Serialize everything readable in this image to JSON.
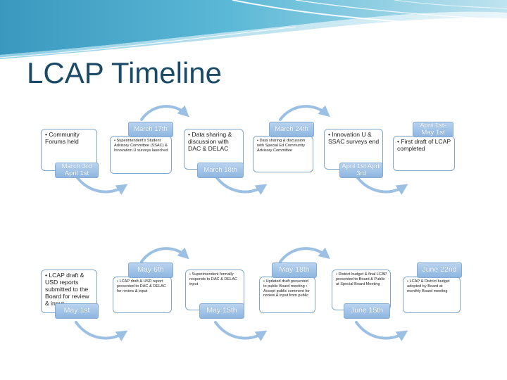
{
  "slide": {
    "title": "LCAP Timeline"
  },
  "colors": {
    "title": "#1b4a66",
    "banner_dark": "#4aa7c9",
    "banner_light": "#bfe3ef",
    "box_border": "#7fa6c9",
    "tab_fill": "#9fc2e7",
    "arrow": "#9cc0e4"
  },
  "timeline": {
    "row1": [
      {
        "text": "• Community Forums held",
        "date": "March 3rd April 1st"
      },
      {
        "text": "• Superintendent's Student Advisory Committee (SSAC) & Innovation U surveys launched",
        "date": "March 17th"
      },
      {
        "text": "• Data sharing & discussion with DAC & DELAC",
        "date": "March 18th"
      },
      {
        "text": "• Data sharing & discussion with Special Ed Community Advisory Committee",
        "date": "March 24th"
      },
      {
        "text": "• Innovation U & SSAC surveys end",
        "date": "April 1st April 3rd"
      },
      {
        "text": "• First draft of LCAP completed",
        "date": "April 1st- May 1st"
      }
    ],
    "row2": [
      {
        "text": "• LCAP draft & USD reports submitted to the Board for review & input",
        "date": "May 1st"
      },
      {
        "text": "• LCAP draft & USD report presented to DAC & DELAC for review & input",
        "date": "May 6th"
      },
      {
        "text": "• Superintendent formally responds to DAC & DELAC input",
        "date": "May 15th"
      },
      {
        "text": "• Updated draft presented to public Board meeting • Accept public comment for review & input from public",
        "date": "May 18th"
      },
      {
        "text": "• District budget & final LCAP presented to Board & Public at Special Board Meeting",
        "date": "June 15th"
      },
      {
        "text": "• LCAP & District budget adopted by Board at monthly Board meeting",
        "date": "June 22nd"
      }
    ]
  }
}
